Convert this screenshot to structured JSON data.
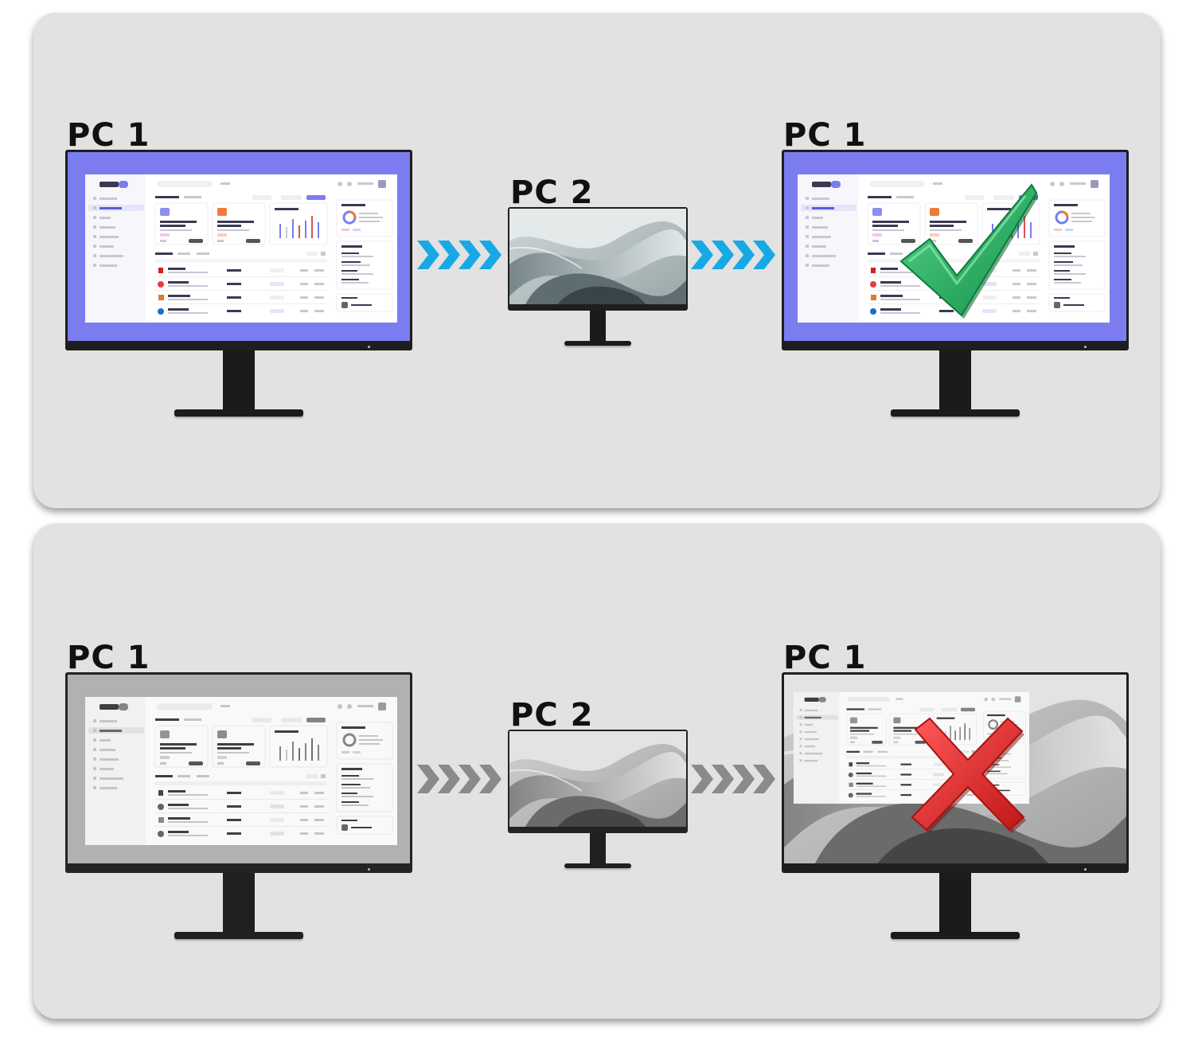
{
  "top_scenario": {
    "source_label": "PC 1",
    "middle_label": "PC 2",
    "result_label": "PC 1",
    "outcome_icon": "green-check-icon",
    "arrow_color": "#17a9e6"
  },
  "bottom_scenario": {
    "source_label": "PC 1",
    "middle_label": "PC 2",
    "result_label": "PC 1",
    "outcome_icon": "red-x-icon",
    "arrow_color": "#8a8a8a"
  },
  "colors": {
    "panel_bg": "#e2e2e2",
    "screen_bezel_active": "#7b7cf0",
    "check_green": "#2bb36a",
    "x_red": "#e02a2a"
  }
}
